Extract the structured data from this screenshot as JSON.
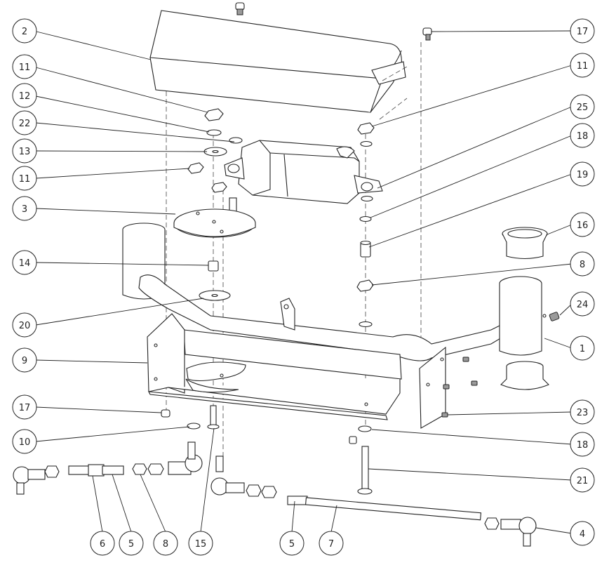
{
  "callouts": [
    {
      "id": "c2",
      "label": "2"
    },
    {
      "id": "c11a",
      "label": "11"
    },
    {
      "id": "c12",
      "label": "12"
    },
    {
      "id": "c22",
      "label": "22"
    },
    {
      "id": "c13",
      "label": "13"
    },
    {
      "id": "c11b",
      "label": "11"
    },
    {
      "id": "c3",
      "label": "3"
    },
    {
      "id": "c14",
      "label": "14"
    },
    {
      "id": "c20",
      "label": "20"
    },
    {
      "id": "c9",
      "label": "9"
    },
    {
      "id": "c17a",
      "label": "17"
    },
    {
      "id": "c10",
      "label": "10"
    },
    {
      "id": "c17b",
      "label": "17"
    },
    {
      "id": "c11c",
      "label": "11"
    },
    {
      "id": "c25",
      "label": "25"
    },
    {
      "id": "c18a",
      "label": "18"
    },
    {
      "id": "c19",
      "label": "19"
    },
    {
      "id": "c16",
      "label": "16"
    },
    {
      "id": "c8a",
      "label": "8"
    },
    {
      "id": "c24",
      "label": "24"
    },
    {
      "id": "c1",
      "label": "1"
    },
    {
      "id": "c23",
      "label": "23"
    },
    {
      "id": "c18b",
      "label": "18"
    },
    {
      "id": "c21",
      "label": "21"
    },
    {
      "id": "c4",
      "label": "4"
    },
    {
      "id": "c6",
      "label": "6"
    },
    {
      "id": "c5a",
      "label": "5"
    },
    {
      "id": "c8b",
      "label": "8"
    },
    {
      "id": "c15",
      "label": "15"
    },
    {
      "id": "c5b",
      "label": "5"
    },
    {
      "id": "c7",
      "label": "7"
    }
  ],
  "colors": {
    "line": "#222222",
    "shade": "#9a9a9a",
    "background": "#ffffff"
  }
}
